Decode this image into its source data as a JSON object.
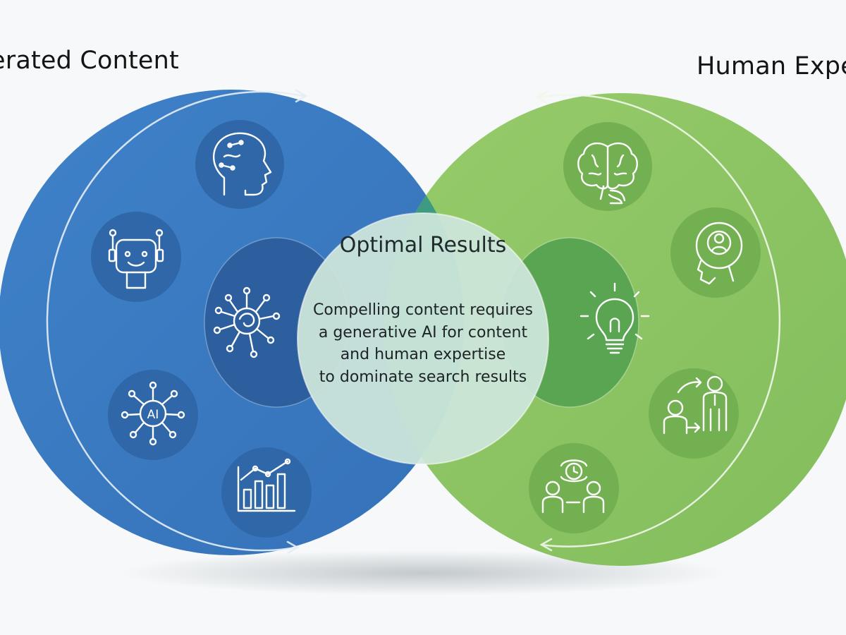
{
  "headings": {
    "left": "erated Content",
    "right": "Human Expe"
  },
  "center": {
    "title": "Optimal Results",
    "body_lines": [
      "Compelling content requires",
      "a generative AI for content",
      "and human expertise",
      "to dominate search results"
    ]
  },
  "left_icons": [
    "head-profile-icon",
    "robot-icon",
    "neural-network-icon",
    "ai-network-icon",
    "bar-chart-trend-icon"
  ],
  "right_icons": [
    "brain-icon",
    "head-bulb-icon",
    "lightbulb-icon",
    "people-growth-icon",
    "team-meeting-icon"
  ],
  "colors": {
    "ai_blue": "#3a7cc4",
    "human_green": "#8cc463",
    "overlap_teal": "#3d9a82",
    "center_light": "#cfe6dc"
  }
}
